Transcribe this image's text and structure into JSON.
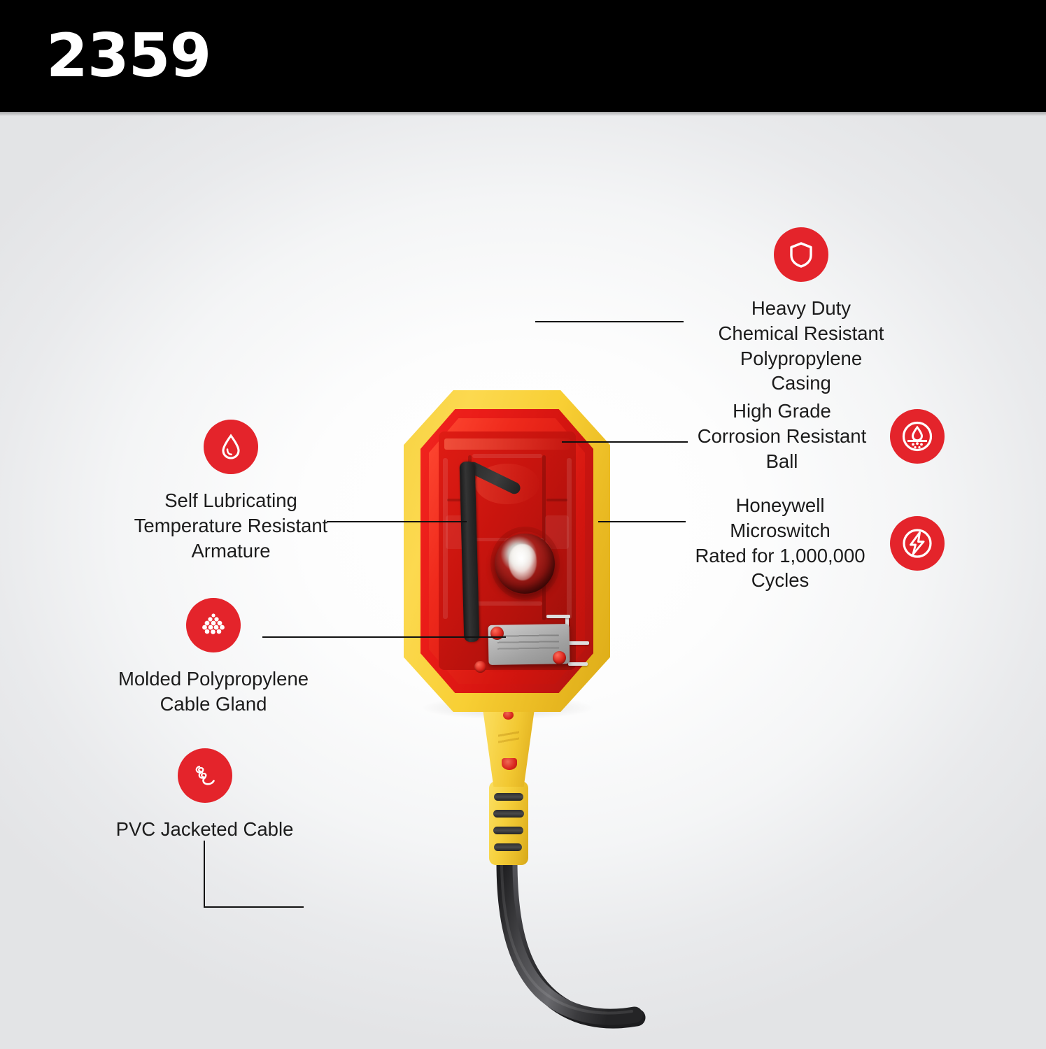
{
  "header": {
    "title": "2359"
  },
  "product": {
    "name": "float-switch-cutaway",
    "description": "Cutaway view of a yellow and red polypropylene float switch with internal ball, armature and microswitch, attached to a black PVC jacketed cable"
  },
  "colors": {
    "accent_red": "#e4242b",
    "header_bg": "#000000",
    "header_text": "#ffffff",
    "body_text": "#1c1c1c",
    "leader_line": "#111111",
    "shell_yellow": "#f6cf3c",
    "shell_red": "#d6150f",
    "cable_black": "#3a3a3c",
    "background_edge": "#e3e4e6",
    "background_center": "#ffffff"
  },
  "callouts": [
    {
      "id": "heavy-duty-casing",
      "icon": "shield-icon",
      "side": "right",
      "icon_position": "above",
      "text": "Heavy Duty\nChemical Resistant\nPolypropylene\nCasing"
    },
    {
      "id": "corrosion-resistant-ball",
      "icon": "corrosion-droplet-icon",
      "side": "right",
      "icon_position": "right",
      "text": "High Grade\nCorrosion Resistant\nBall"
    },
    {
      "id": "honeywell-microswitch",
      "icon": "lightning-bolt-icon",
      "side": "right",
      "icon_position": "right",
      "text": "Honeywell Microswitch\nRated for 1,000,000\nCycles"
    },
    {
      "id": "self-lubricating-armature",
      "icon": "oil-droplet-icon",
      "side": "left",
      "icon_position": "above",
      "text": "Self Lubricating\nTemperature Resistant\nArmature"
    },
    {
      "id": "molded-cable-gland",
      "icon": "polymer-granules-icon",
      "side": "left",
      "icon_position": "above",
      "text": "Molded Polypropylene\nCable Gland"
    },
    {
      "id": "pvc-jacketed-cable",
      "icon": "coiled-cable-icon",
      "side": "left",
      "icon_position": "above",
      "text": "PVC Jacketed Cable"
    }
  ]
}
